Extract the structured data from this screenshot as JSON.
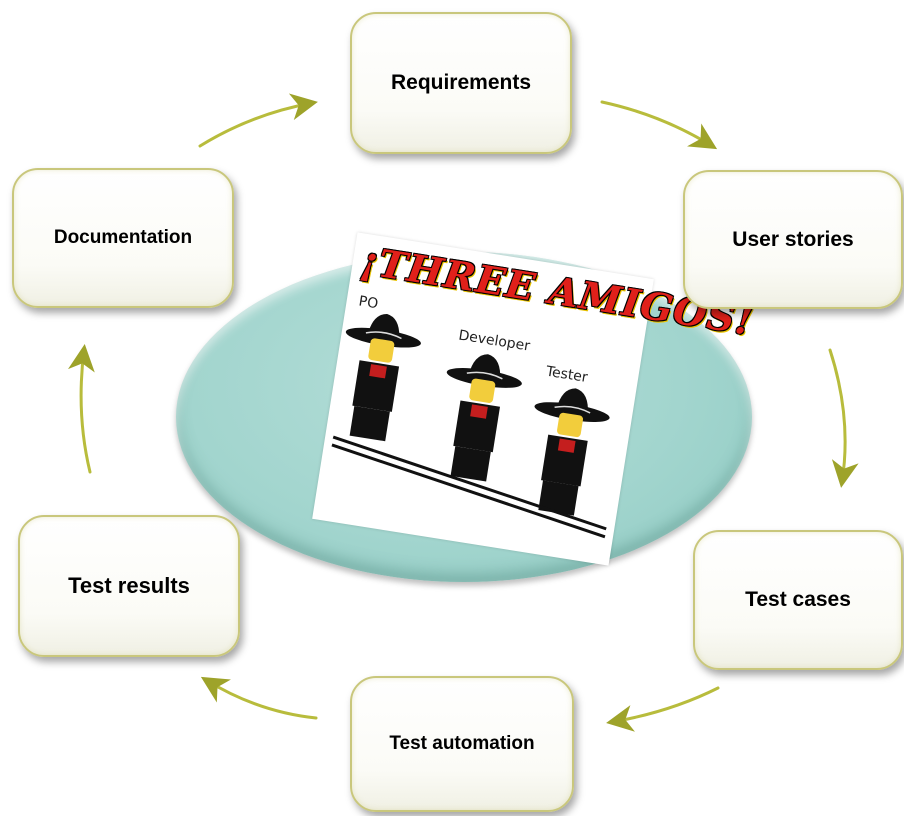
{
  "diagram": {
    "steps": {
      "requirements": "Requirements",
      "user_stories": "User stories",
      "test_cases": "Test cases",
      "test_automation": "Test automation",
      "test_results": "Test results",
      "documentation": "Documentation"
    },
    "center_image": {
      "title": "¡THREE AMIGOS!",
      "roles": [
        "PO",
        "Developer",
        "Tester"
      ]
    },
    "colors": {
      "box_border": "#c9c77c",
      "arrow": "#b8bc3c",
      "ellipse": "#a2d5ce",
      "title_red": "#e0201a"
    }
  }
}
